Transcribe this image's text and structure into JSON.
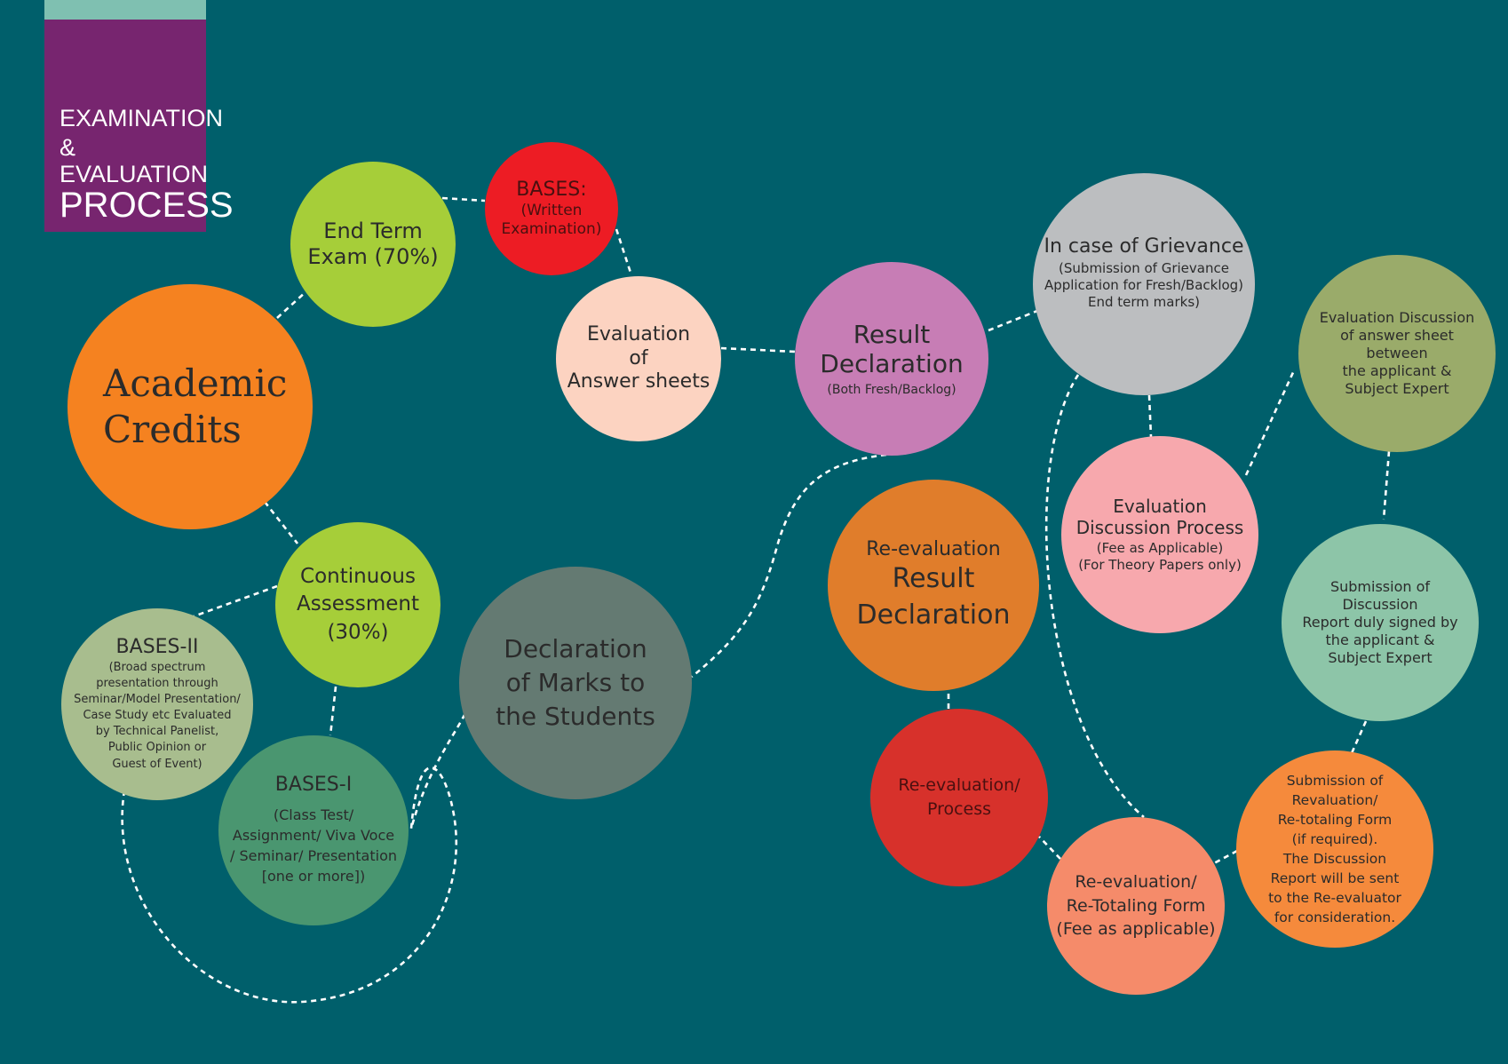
{
  "title": {
    "line1": "EXAMINATION",
    "line2": "&",
    "line3": "EVALUATION",
    "line4": "PROCESS"
  },
  "colors": {
    "background": "#005f6b",
    "title_box": "#77256f",
    "title_strip": "#7fc0b1",
    "connector": "#ffffff"
  },
  "nodes": {
    "academic_credits": {
      "main": "Academic\nCredits",
      "color": "#f58220"
    },
    "end_term": {
      "main": "End Term\nExam (70%)",
      "color": "#a6ce39"
    },
    "bases_written": {
      "main": "BASES:",
      "sub": "(Written\nExamination)",
      "color": "#ed1c24"
    },
    "evaluation_answer": {
      "main": "Evaluation\nof\nAnswer sheets",
      "color": "#fcd3c1"
    },
    "result_declaration": {
      "main": "Result\nDeclaration",
      "sub": "(Both Fresh/Backlog)",
      "color": "#c77db5"
    },
    "grievance": {
      "main": "In case of Grievance",
      "sub": "(Submission of Grievance\nApplication for Fresh/Backlog)\nEnd term marks)",
      "color": "#bcbec0"
    },
    "eval_discussion_expert": {
      "sub": "Evaluation Discussion\nof answer sheet\nbetween\nthe applicant &\nSubject Expert",
      "color": "#9aab6a"
    },
    "eval_discussion_process": {
      "main": "Evaluation\nDiscussion Process",
      "sub": "(Fee as Applicable)\n(For Theory Papers only)",
      "color": "#f7a8ad"
    },
    "submission_report": {
      "sub": "Submission of\nDiscussion\nReport duly signed by\nthe applicant &\nSubject Expert",
      "color": "#8dc5a8"
    },
    "continuous_assessment": {
      "main": "Continuous\nAssessment\n(30%)",
      "color": "#a6ce39"
    },
    "bases_ii": {
      "main": "BASES-II",
      "sub": "(Broad spectrum\npresentation through\nSeminar/Model Presentation/\nCase Study etc Evaluated\nby Technical Panelist,\nPublic Opinion or\nGuest of Event)",
      "color": "#a8bd8e"
    },
    "bases_i": {
      "main": "BASES-I",
      "sub": "(Class Test/\nAssignment/ Viva Voce\n/ Seminar/ Presentation\n[one or more])",
      "color": "#4a9670"
    },
    "declaration_marks": {
      "main": "Declaration\nof Marks to\nthe Students",
      "color": "#647a72"
    },
    "reeval_result": {
      "pre": "Re-evaluation",
      "main": "Result\nDeclaration",
      "color": "#e07d2b"
    },
    "reeval_process": {
      "main": "Re-evaluation/\nProcess",
      "color": "#d7312b"
    },
    "retotaling_form": {
      "main": "Re-evaluation/\nRe-Totaling Form\n(Fee as applicable)",
      "color": "#f58b6a"
    },
    "submission_revaluation": {
      "sub": "Submission of\nRevaluation/\nRe-totaling Form\n(if required).\nThe Discussion\nReport will be sent\nto the Re-evaluator\nfor consideration.",
      "color": "#f58a3c"
    }
  }
}
